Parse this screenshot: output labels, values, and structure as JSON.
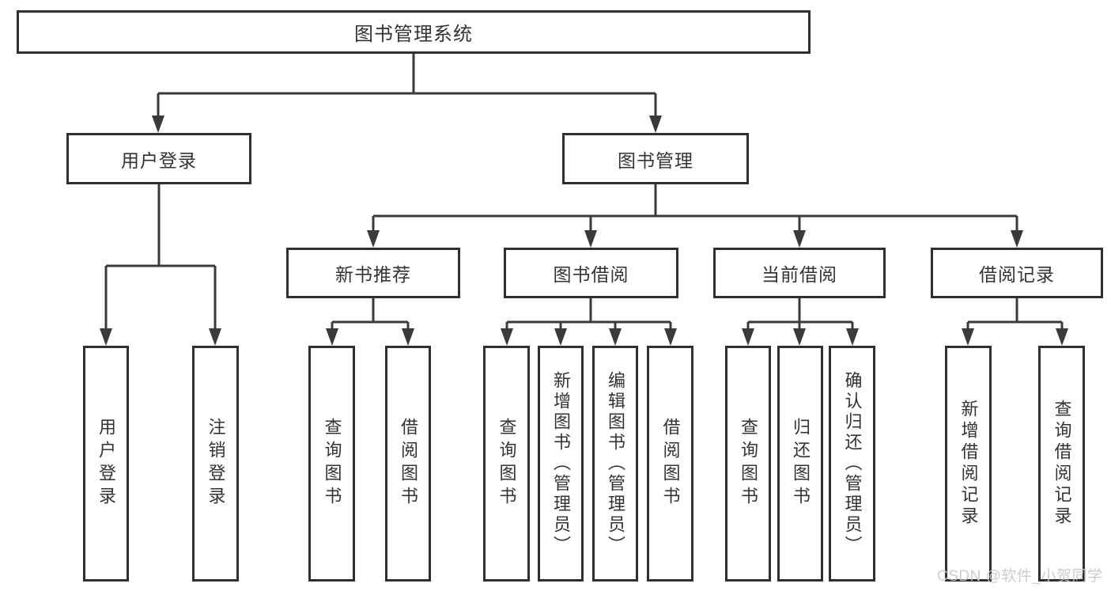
{
  "diagram": {
    "root": "图书管理系统",
    "level2": {
      "user_login": "用户登录",
      "book_mgmt": "图书管理"
    },
    "level3": {
      "new_books": "新书推荐",
      "book_borrow": "图书借阅",
      "current_borrow": "当前借阅",
      "borrow_records": "借阅记录"
    },
    "leaves": {
      "user_login_leaf": "用户登录",
      "logout": "注销登录",
      "query_books_1": "查询图书",
      "borrow_books_1": "借阅图书",
      "query_books_2": "查询图书",
      "add_books": "新增图书（管理员）",
      "edit_books": "编辑图书（管理员）",
      "borrow_books_2": "借阅图书",
      "query_books_3": "查询图书",
      "return_books": "归还图书",
      "confirm_return": "确认归还（管理员）",
      "add_borrow_record": "新增借阅记录",
      "query_borrow_record": "查询借阅记录"
    }
  },
  "watermark": "CSDN @软件_小贺同学",
  "colors": {
    "line": "#3a3a3a",
    "box_border": "#2f2f2f",
    "text": "#333333",
    "watermark": "#c9c9c9",
    "background": "#ffffff"
  }
}
